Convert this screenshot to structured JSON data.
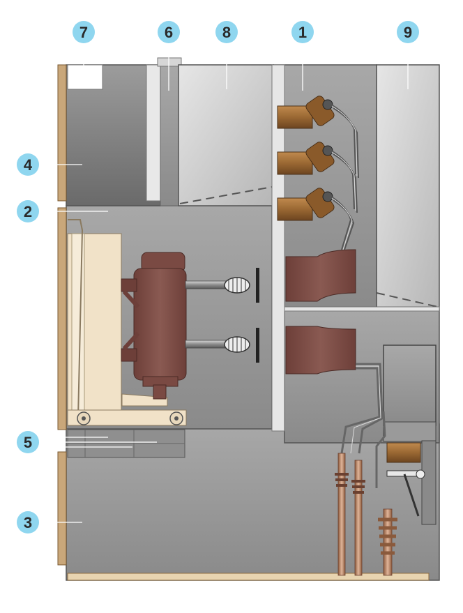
{
  "callouts": [
    {
      "id": "7",
      "label": "7"
    },
    {
      "id": "6",
      "label": "6"
    },
    {
      "id": "8",
      "label": "8"
    },
    {
      "id": "1",
      "label": "1"
    },
    {
      "id": "9",
      "label": "9"
    },
    {
      "id": "4",
      "label": "4"
    },
    {
      "id": "2",
      "label": "2"
    },
    {
      "id": "5",
      "label": "5"
    },
    {
      "id": "3",
      "label": "3"
    }
  ],
  "colors": {
    "callout_fill": "#8fd6ef",
    "frame_tan": "#c9a77a",
    "panel_dark": "#7d7d7d",
    "panel_mid": "#9a9a9a",
    "panel_light": "#cfcfcf",
    "breaker_brown": "#7a4a43",
    "bushing_tan": "#a0703e"
  }
}
